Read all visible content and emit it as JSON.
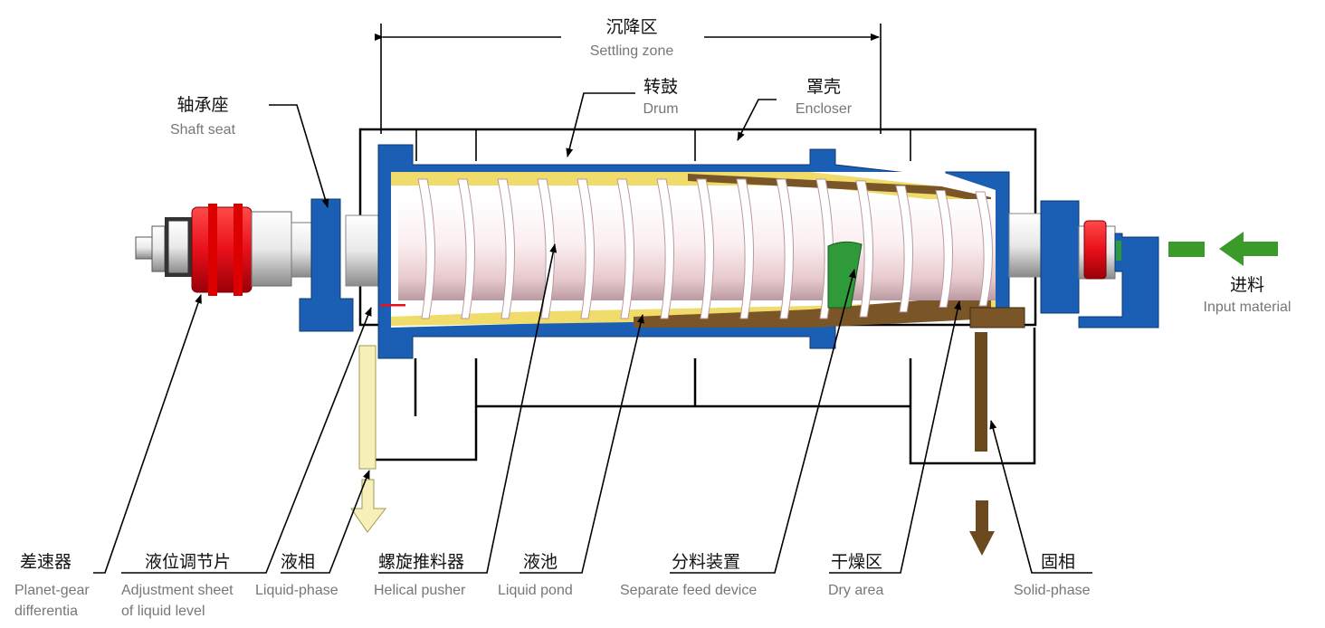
{
  "labels": {
    "settling_zone": {
      "zh": "沉降区",
      "en": "Settling zone"
    },
    "drum": {
      "zh": "转鼓",
      "en": "Drum"
    },
    "encloser": {
      "zh": "罩壳",
      "en": "Encloser"
    },
    "shaft_seat": {
      "zh": "轴承座",
      "en": "Shaft seat"
    },
    "input_material": {
      "zh": "进料",
      "en": "Input material"
    },
    "differential": {
      "zh": "差速器",
      "en1": "Planet-gear",
      "en2": "differentia"
    },
    "level_sheet": {
      "zh": "液位调节片",
      "en1": "Adjustment sheet",
      "en2": "of liquid level"
    },
    "liquid_phase": {
      "zh": "液相",
      "en": "Liquid-phase"
    },
    "helical_pusher": {
      "zh": "螺旋推料器",
      "en": "Helical pusher"
    },
    "liquid_pond": {
      "zh": "液池",
      "en": "Liquid pond"
    },
    "feed_device": {
      "zh": "分料装置",
      "en": "Separate feed device"
    },
    "dry_area": {
      "zh": "干燥区",
      "en": "Dry area"
    },
    "solid_phase": {
      "zh": "固相",
      "en": "Solid-phase"
    }
  },
  "colors": {
    "frame": "#1a5fb4",
    "differential": "#e8101a",
    "liquid": "#f8f0b8",
    "solid": "#6b4a1f",
    "feed_arrow": "#3a9a2a",
    "sediment": "#7a5528",
    "pond": "#f0dc6a"
  }
}
